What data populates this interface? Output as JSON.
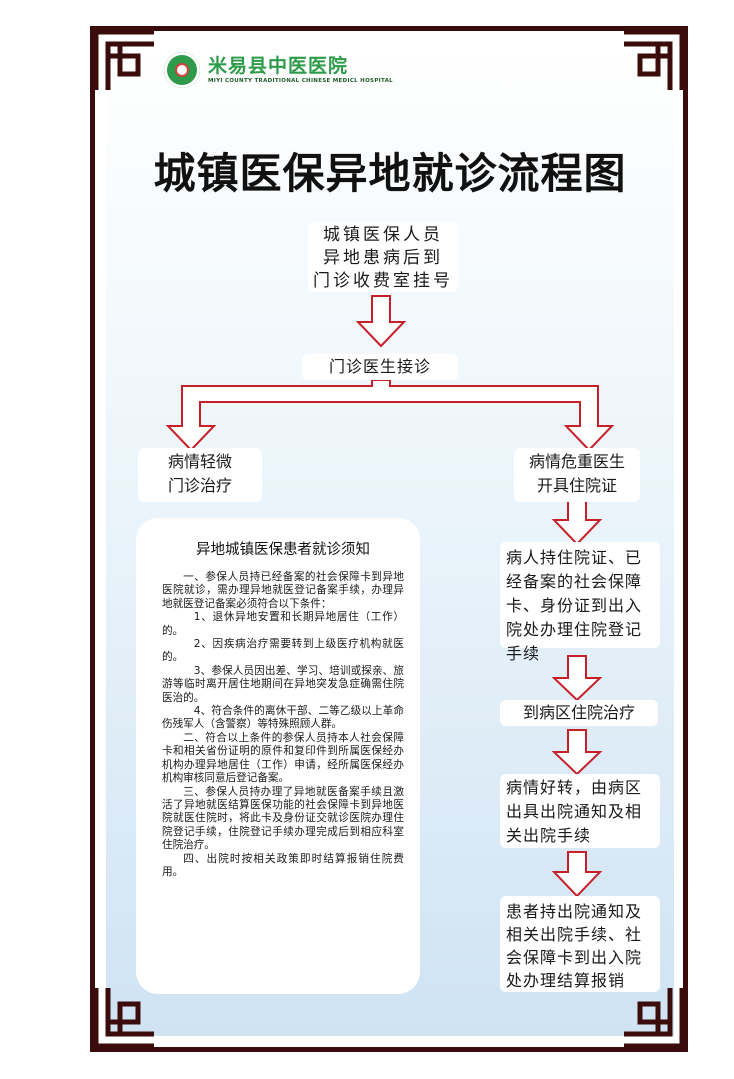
{
  "header": {
    "hospital_name_cn": "米易县中医医院",
    "hospital_name_en": "MIYI COUNTY TRADITIONAL CHINESE MEDICL HOSPITAL"
  },
  "title": "城镇医保异地就诊流程图",
  "flow": {
    "step1": [
      "城镇医保人员",
      "异地患病后到",
      "门诊收费室挂号"
    ],
    "step2": "门诊医生接诊",
    "mild": [
      "病情轻微",
      "门诊治疗"
    ],
    "severe": [
      "病情危重医生",
      "开具住院证"
    ],
    "step_register": [
      "病人持住院证、已",
      "经备案的社会保障",
      "卡、身份证到出入",
      "院处办理住院登记",
      "手续"
    ],
    "step_treat": "到病区住院治疗",
    "step_discharge": [
      "病情好转，由病区",
      "出具出院通知及相",
      "关出院手续"
    ],
    "step_settle": [
      "患者持出院通知及",
      "相关出院手续、社",
      "会保障卡到出入院",
      "处办理结算报销"
    ]
  },
  "notice": {
    "title": "异地城镇医保患者就诊须知",
    "paragraphs": [
      "一、参保人员持已经备案的社会保障卡到异地医院就诊，需办理异地就医登记备案手续，办理异地就医登记备案必须符合以下条件：",
      "1、退休异地安置和长期异地居住（工作）的。",
      "2、因疾病治疗需要转到上级医疗机构就医的。",
      "3、参保人员因出差、学习、培训或探亲、旅游等临时离开居住地期间在异地突发急症确需住院医治的。",
      "4、符合条件的离休干部、二等乙级以上革命伤残军人（含警察）等特殊照顾人群。",
      "二、符合以上条件的参保人员持本人社会保障卡和相关省份证明的原件和复印件到所属医保经办机构办理异地居住（工作）申请，经所属医保经办机构审核同意后登记备案。",
      "三、参保人员持办理了异地就医备案手续且激活了异地就医结算医保功能的社会保障卡到异地医院就医住院时，将此卡及身份证交就诊医院办理住院登记手续，住院登记手续办理完成后到相应科室住院治疗。",
      "四、出院时按相关政策即时结算报销住院费用。"
    ]
  },
  "colors": {
    "frame": "#3a0c0c",
    "arrow": "#c8202a",
    "logo_green": "#2e9b4a"
  }
}
